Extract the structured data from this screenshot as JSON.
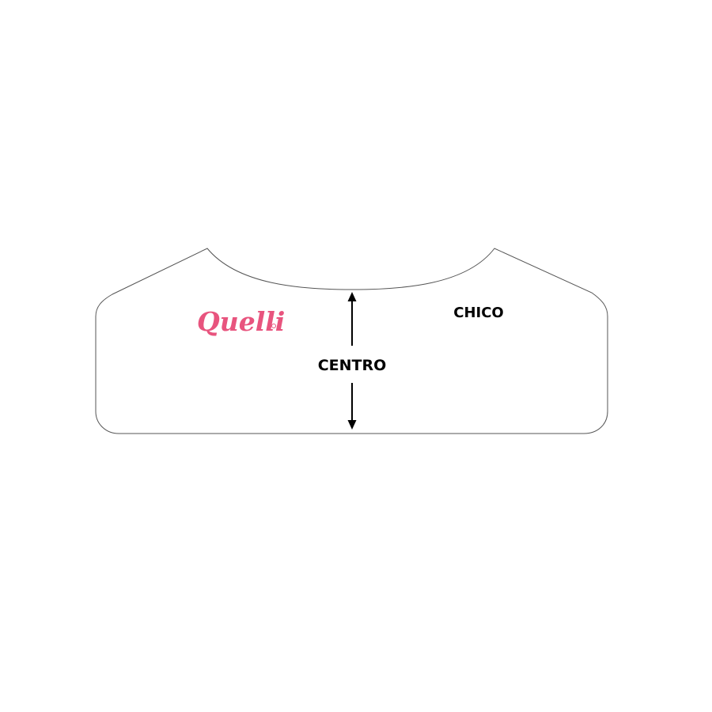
{
  "pattern": {
    "brand_logo": "Quelli",
    "size_label": "CHICO",
    "center_label": "CENTRO"
  },
  "colors": {
    "outline": "#555555",
    "brand": "#e8547e",
    "text": "#000000"
  }
}
